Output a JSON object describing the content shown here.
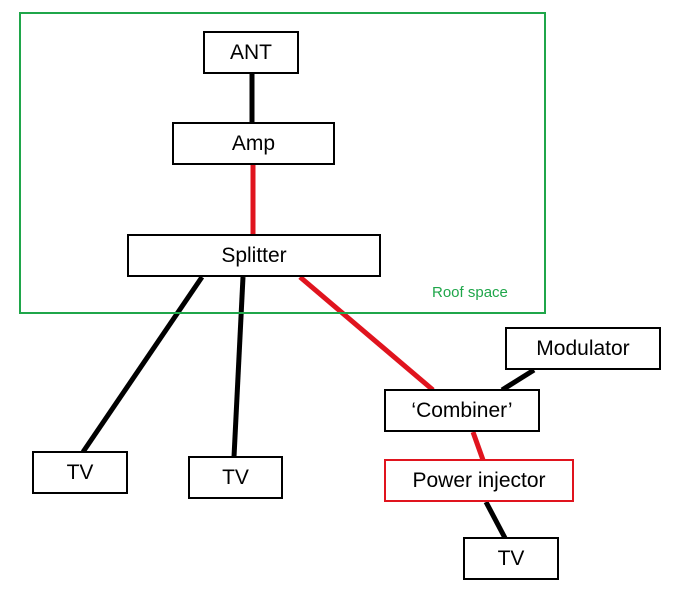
{
  "region": {
    "label": "Roof space",
    "color": "#1fa64a"
  },
  "nodes": {
    "ant": "ANT",
    "amp": "Amp",
    "splitter": "Splitter",
    "tv_left": "TV",
    "tv_middle": "TV",
    "modulator": "Modulator",
    "combiner": "‘Combiner’",
    "power_injector": "Power injector",
    "tv_right": "TV"
  },
  "colors": {
    "black_wire": "#000000",
    "red_wire": "#e0141e",
    "node_border": "#000000",
    "highlight_border": "#e0141e"
  },
  "connections": [
    {
      "from": "ant",
      "to": "amp",
      "color": "black"
    },
    {
      "from": "amp",
      "to": "splitter",
      "color": "red"
    },
    {
      "from": "splitter",
      "to": "tv_left",
      "color": "black"
    },
    {
      "from": "splitter",
      "to": "tv_middle",
      "color": "black"
    },
    {
      "from": "splitter",
      "to": "combiner",
      "color": "red"
    },
    {
      "from": "modulator",
      "to": "combiner",
      "color": "black"
    },
    {
      "from": "combiner",
      "to": "power_injector",
      "color": "red"
    },
    {
      "from": "power_injector",
      "to": "tv_right",
      "color": "black"
    }
  ]
}
